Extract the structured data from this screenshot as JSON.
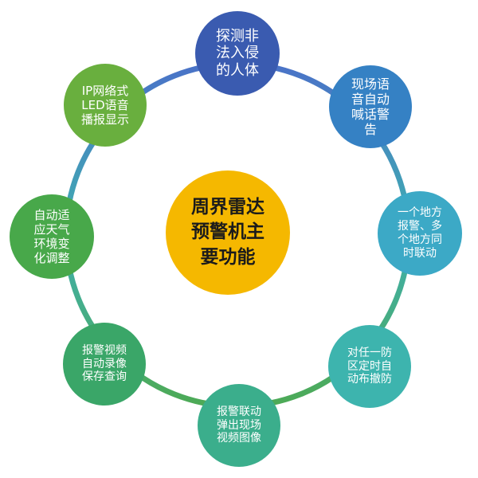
{
  "center": {
    "lines": [
      "周界雷达",
      "预警机主",
      "要功能"
    ],
    "color": "#F5B800"
  },
  "nodes": [
    {
      "id": "detect-intrusion",
      "lines": [
        "探测非",
        "法入侵",
        "的人体"
      ],
      "color": "#3A5BB0"
    },
    {
      "id": "voice-warning",
      "lines": [
        "现场语",
        "音自动",
        "喊话警",
        "告"
      ],
      "color": "#3581C4"
    },
    {
      "id": "multi-area-alarm",
      "lines": [
        "一个地方",
        "报警、多",
        "个地方同",
        "时联动"
      ],
      "color": "#3CA9C6"
    },
    {
      "id": "scheduled-arming",
      "lines": [
        "对任一防",
        "区定时自",
        "动布撤防"
      ],
      "color": "#3DB4AE"
    },
    {
      "id": "linked-video-popup",
      "lines": [
        "报警联动",
        "弹出现场",
        "视频图像"
      ],
      "color": "#3BAE8C"
    },
    {
      "id": "video-record-query",
      "lines": [
        "报警视频",
        "自动录像",
        "保存查询"
      ],
      "color": "#3AA668"
    },
    {
      "id": "weather-adaptation",
      "lines": [
        "自动适",
        "应天气",
        "环境变",
        "化调整"
      ],
      "color": "#48A84A"
    },
    {
      "id": "led-voice-display",
      "lines": [
        "IP网络式",
        "LED语音",
        "播报显示"
      ],
      "color": "#69AF3E"
    }
  ]
}
